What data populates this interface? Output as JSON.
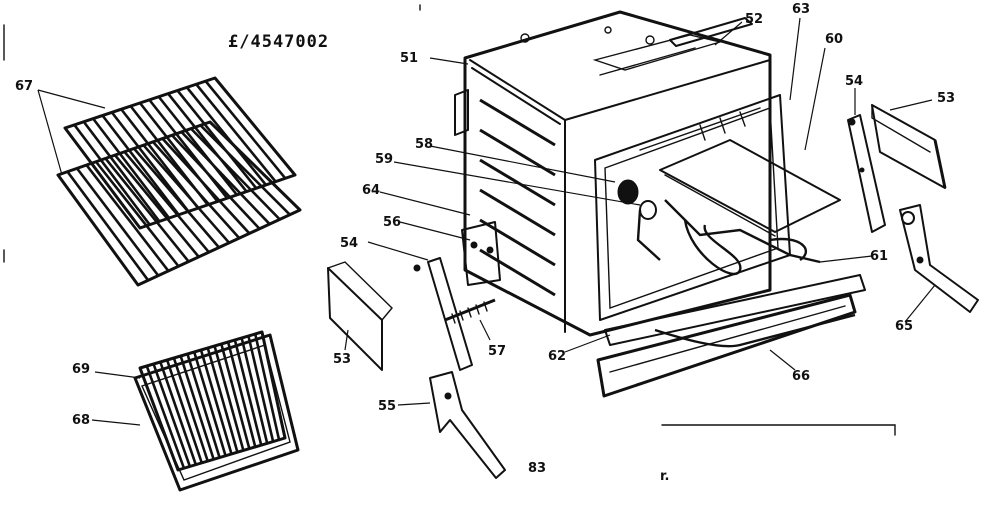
{
  "model_number": "£/4547002",
  "page_code": "83",
  "side_mark": "r.",
  "parts": [
    {
      "id": "51"
    },
    {
      "id": "52"
    },
    {
      "id": "63"
    },
    {
      "id": "60"
    },
    {
      "id": "54"
    },
    {
      "id": "53"
    },
    {
      "id": "58"
    },
    {
      "id": "59"
    },
    {
      "id": "64"
    },
    {
      "id": "56"
    },
    {
      "id": "54"
    },
    {
      "id": "53"
    },
    {
      "id": "57"
    },
    {
      "id": "55"
    },
    {
      "id": "62"
    },
    {
      "id": "61"
    },
    {
      "id": "66"
    },
    {
      "id": "65"
    },
    {
      "id": "67"
    },
    {
      "id": "69"
    },
    {
      "id": "68"
    }
  ]
}
